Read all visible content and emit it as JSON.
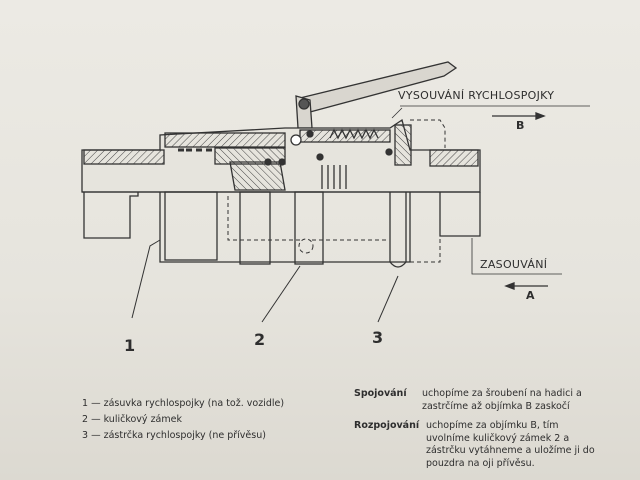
{
  "labels": {
    "disconnect": "VYSOUVÁNÍ RYCHLOSPOJKY",
    "disconnect_dir": "B",
    "connect": "ZASOUVÁNÍ",
    "connect_dir": "A"
  },
  "callouts": [
    "1",
    "2",
    "3"
  ],
  "legend": [
    {
      "n": "1",
      "text": "zásuvka rychlospojky (na tož. vozidle)"
    },
    {
      "n": "2",
      "text": "kuličkový zámek"
    },
    {
      "n": "3",
      "text": "zástrčka rychlospojky (ne přívěsu)"
    }
  ],
  "instructions": [
    {
      "title": "Spojování",
      "text": "uchopíme za šroubení na hadici a zastrčíme až objímka B zaskočí"
    },
    {
      "title": "Rozpojování",
      "text": "uchopíme za objímku B, tím uvolníme kuličkový zámek 2 a zástrčku vytáhneme a uložíme ji do pouzdra na oji přívěsu."
    }
  ]
}
